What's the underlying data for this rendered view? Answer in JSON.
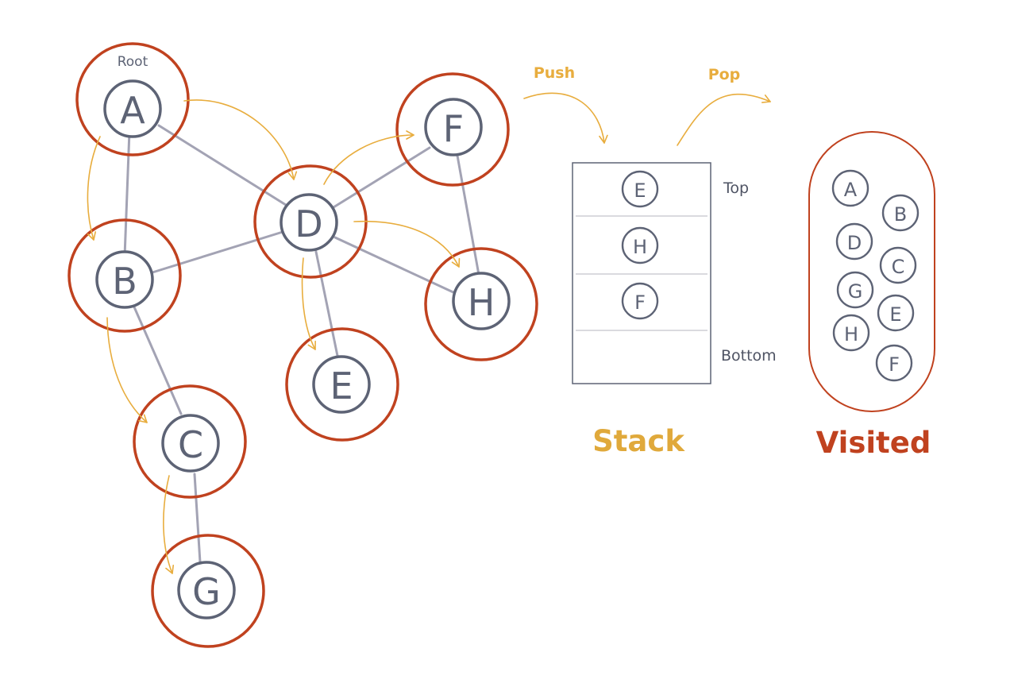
{
  "diagram": {
    "root_label": "Root",
    "nodes": [
      {
        "id": "A",
        "label": "A"
      },
      {
        "id": "B",
        "label": "B"
      },
      {
        "id": "C",
        "label": "C"
      },
      {
        "id": "D",
        "label": "D"
      },
      {
        "id": "E",
        "label": "E"
      },
      {
        "id": "F",
        "label": "F"
      },
      {
        "id": "G",
        "label": "G"
      },
      {
        "id": "H",
        "label": "H"
      }
    ],
    "edges": [
      [
        "A",
        "B"
      ],
      [
        "A",
        "D"
      ],
      [
        "B",
        "D"
      ],
      [
        "B",
        "C"
      ],
      [
        "C",
        "G"
      ],
      [
        "D",
        "E"
      ],
      [
        "D",
        "F"
      ],
      [
        "D",
        "H"
      ],
      [
        "F",
        "H"
      ]
    ]
  },
  "operations": {
    "push_label": "Push",
    "pop_label": "Pop"
  },
  "stack": {
    "title": "Stack",
    "top_label": "Top",
    "bottom_label": "Bottom",
    "items": [
      "E",
      "H",
      "F"
    ]
  },
  "visited": {
    "title": "Visited",
    "items": [
      "A",
      "B",
      "D",
      "C",
      "G",
      "E",
      "H",
      "F"
    ]
  },
  "colors": {
    "edge": "#a3a3b4",
    "node_stroke": "#5d6375",
    "visited_ring": "#c0421f",
    "traversal_arrow": "#e8ad3e",
    "stack_title": "#e0a93b",
    "visited_title": "#c0421f"
  }
}
